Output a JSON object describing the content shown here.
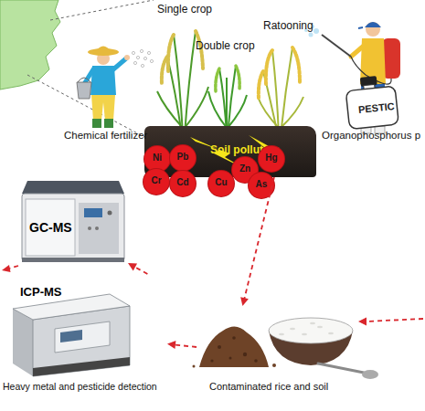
{
  "diagram": {
    "nodes": [
      {
        "text": [
          "Soil pollution"
        ]
      },
      {
        "text": [
          "Ni"
        ]
      },
      {
        "text": [
          "Pb"
        ]
      },
      {
        "text": [
          "Cr"
        ]
      },
      {
        "text": [
          "Cd"
        ]
      },
      {
        "text": [
          "Cu"
        ]
      },
      {
        "text": [
          "Zn"
        ]
      },
      {
        "text": [
          "Hg"
        ]
      },
      {
        "text": [
          "As"
        ]
      },
      {
        "text": [
          "GC-MS"
        ]
      },
      {
        "text": [
          "ICP-MS",
          "Heavy metal and pesticide detection"
        ]
      },
      {
        "text": [
          "Contaminated rice and soil"
        ]
      }
    ],
    "edges": [
      {
        "from": 0,
        "to": 11,
        "arrow": "to"
      },
      {
        "from": 11,
        "to": 10,
        "arrow": "to"
      },
      {
        "from": 10,
        "to": 9,
        "arrow": "to"
      }
    ],
    "labels": [
      "Single crop",
      "Double crop",
      "Ratooning",
      "Chemical fertilizer",
      "Organophosphorus p",
      "PESTIC"
    ]
  }
}
